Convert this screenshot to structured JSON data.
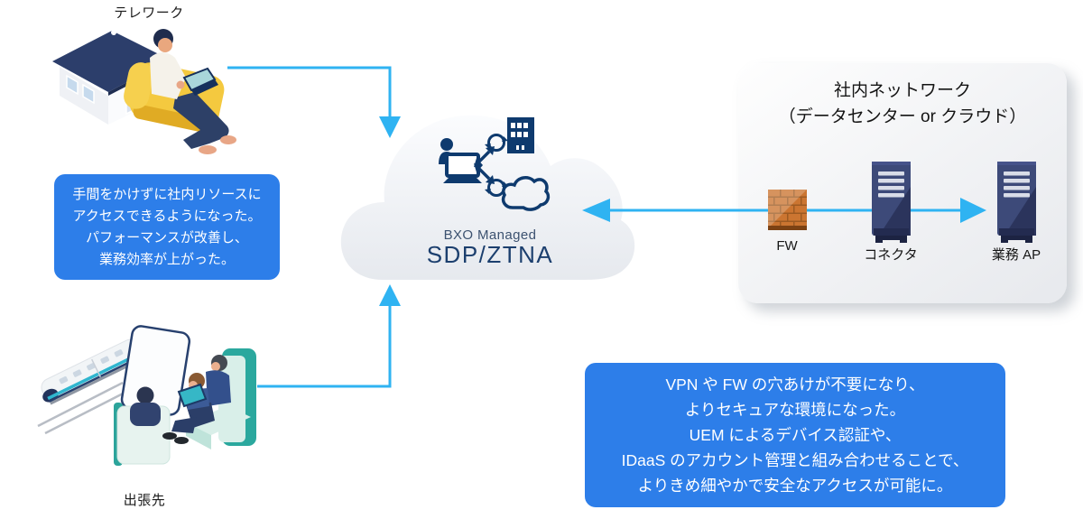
{
  "labels": {
    "telework": "テレワーク",
    "business_trip": "出張先"
  },
  "cloud_service": {
    "brand": "BXO Managed",
    "product": "SDP/ZTNA"
  },
  "internal_network": {
    "title_line1": "社内ネットワーク",
    "title_line2": "（データセンター or クラウド）",
    "nodes": [
      {
        "label": "FW",
        "icon": "brick-firewall-icon"
      },
      {
        "label": "コネクタ",
        "icon": "server-tower-icon"
      },
      {
        "label": "業務 AP",
        "icon": "server-tower-icon"
      }
    ]
  },
  "left_callout": {
    "lines": [
      "手間をかけずに社内リソースに",
      "アクセスできるようになった。",
      "パフォーマンスが改善し、",
      "業務効率が上がった。"
    ]
  },
  "right_callout": {
    "lines": [
      "VPN や FW の穴あけが不要になり、",
      "よりセキュアな環境になった。",
      "UEM によるデバイス認証や、",
      "IDaaS のアカウント管理と組み合わせることで、",
      "よりきめ細やかで安全なアクセスが可能に。"
    ]
  },
  "icons": {
    "cloud": "cloud-shape-icon",
    "center": "remote-access-sync-icon",
    "telework": "home-and-worker-illustration",
    "business_trip": "train-and-passengers-illustration"
  },
  "colors": {
    "callout_blue": "#2D7EE9",
    "arrow_cyan": "#2FB3F2",
    "icon_navy": "#0E3A6E",
    "server_navy": "#3D4A79",
    "brick_orange": "#C9732D",
    "sofa_yellow": "#F4C93F",
    "seat_teal": "#2BA89E",
    "cloud_gray": "#E9EBEF"
  }
}
